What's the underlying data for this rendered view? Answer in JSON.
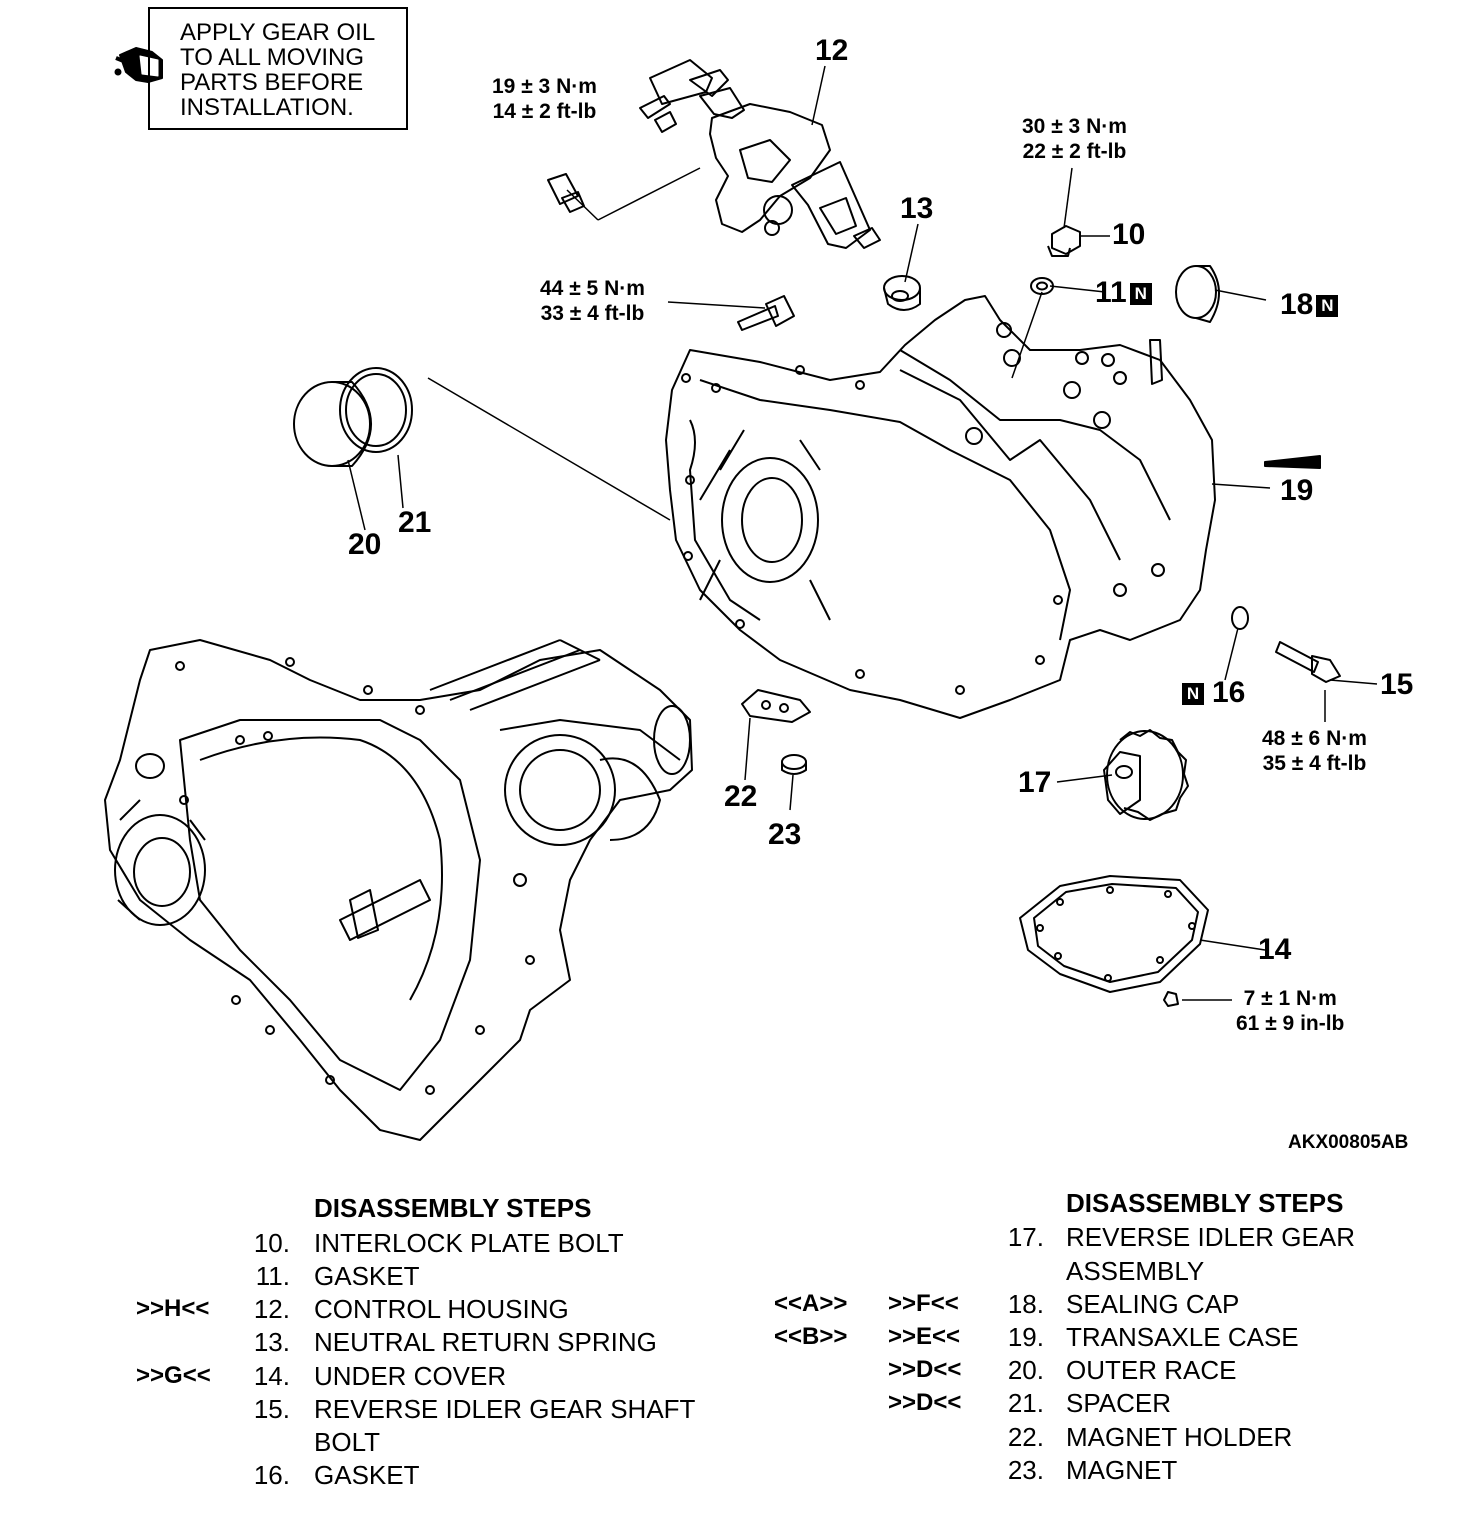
{
  "note": {
    "lines": [
      "APPLY GEAR OIL",
      "TO ALL MOVING",
      "PARTS BEFORE",
      "INSTALLATION."
    ],
    "icon": "oil-can-icon"
  },
  "callouts": {
    "c10": "10",
    "c11": "11",
    "c12": "12",
    "c13": "13",
    "c14": "14",
    "c15": "15",
    "c16": "16",
    "c17": "17",
    "c18": "18",
    "c19": "19",
    "c20": "20",
    "c21": "21",
    "c22": "22",
    "c23": "23",
    "n_badge": "N"
  },
  "torques": {
    "t12": [
      "19 ± 3 N·m",
      "14 ± 2 ft-lb"
    ],
    "t10": [
      "30 ± 3 N·m",
      "22 ± 2 ft-lb"
    ],
    "t44": [
      "44 ± 5 N·m",
      "33 ± 4 ft-lb"
    ],
    "t15": [
      "48 ± 6 N·m",
      "35 ± 4 ft-lb"
    ],
    "t14": [
      "7 ± 1 N·m",
      "61 ± 9 in-lb"
    ]
  },
  "reference_code": "AKX00805AB",
  "steps_left": {
    "title": "DISASSEMBLY STEPS",
    "items": [
      {
        "code": "",
        "num": "10.",
        "text": "INTERLOCK PLATE BOLT"
      },
      {
        "code": "",
        "num": "11.",
        "text": "GASKET"
      },
      {
        "code": ">>H<<",
        "num": "12.",
        "text": "CONTROL HOUSING"
      },
      {
        "code": "",
        "num": "13.",
        "text": "NEUTRAL RETURN SPRING"
      },
      {
        "code": ">>G<<",
        "num": "14.",
        "text": "UNDER COVER"
      },
      {
        "code": "",
        "num": "15.",
        "text": "REVERSE IDLER GEAR SHAFT"
      },
      {
        "code": "",
        "num": "",
        "text": "BOLT"
      },
      {
        "code": "",
        "num": "16.",
        "text": "GASKET"
      }
    ]
  },
  "steps_right": {
    "title": "DISASSEMBLY STEPS",
    "items": [
      {
        "code1": "",
        "code2": "",
        "num": "17.",
        "text": "REVERSE IDLER GEAR"
      },
      {
        "code1": "",
        "code2": "",
        "num": "",
        "text": "ASSEMBLY"
      },
      {
        "code1": "<<A>>",
        "code2": ">>F<<",
        "num": "18.",
        "text": "SEALING CAP"
      },
      {
        "code1": "<<B>>",
        "code2": ">>E<<",
        "num": "19.",
        "text": "TRANSAXLE CASE"
      },
      {
        "code1": "",
        "code2": ">>D<<",
        "num": "20.",
        "text": "OUTER RACE"
      },
      {
        "code1": "",
        "code2": ">>D<<",
        "num": "21.",
        "text": "SPACER"
      },
      {
        "code1": "",
        "code2": "",
        "num": "22.",
        "text": "MAGNET HOLDER"
      },
      {
        "code1": "",
        "code2": "",
        "num": "23.",
        "text": "MAGNET"
      }
    ]
  }
}
